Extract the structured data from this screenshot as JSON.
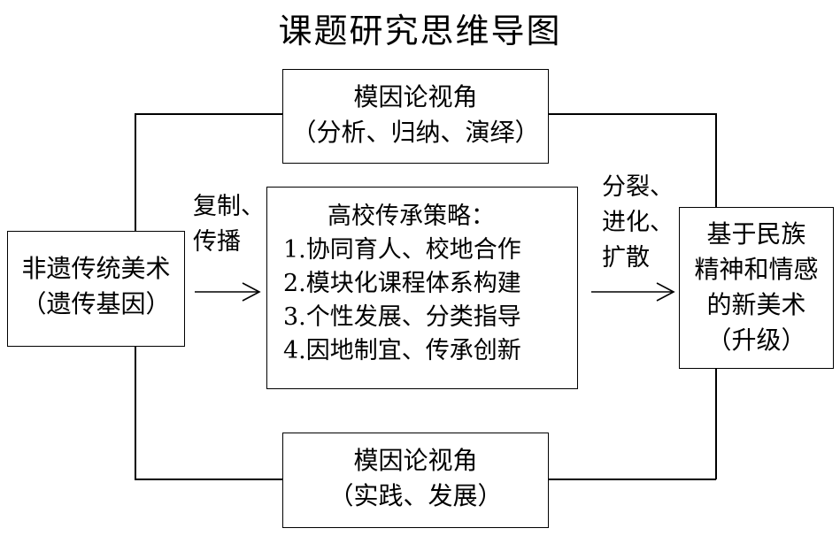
{
  "title": "课题研究思维导图",
  "top_box": {
    "line1": "模因论视角",
    "line2": "（分析、归纳、演绎）"
  },
  "bottom_box": {
    "line1": "模因论视角",
    "line2": "（实践、发展）"
  },
  "left_box": {
    "line1": "非遗传统美术",
    "line2": "（遗传基因）"
  },
  "center_box": {
    "heading": "高校传承策略：",
    "items": [
      "1.协同育人、校地合作",
      "2.模块化课程体系构建",
      "3.个性发展、分类指导",
      "4.因地制宜、传承创新"
    ]
  },
  "right_box": {
    "line1": "基于民族",
    "line2": "精神和情感",
    "line3": "的新美术",
    "line4": "（升级）"
  },
  "left_arrow_label": {
    "line1": "复制、",
    "line2": "传播"
  },
  "right_arrow_label": {
    "line1": "分裂、",
    "line2": "进化、",
    "line3": "扩散"
  }
}
